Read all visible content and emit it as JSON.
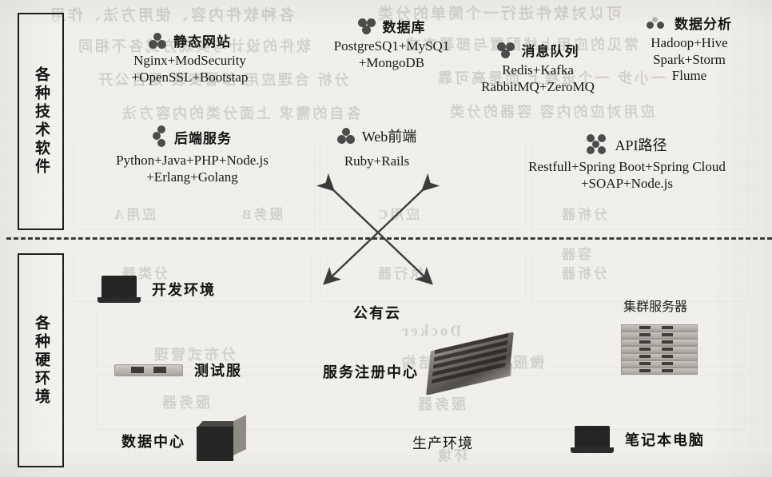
{
  "figure": {
    "categories": {
      "software": "各种技术软件",
      "hardware": "各种硬环境"
    },
    "software_nodes": [
      {
        "id": "static-site",
        "icon": "three-dot-cluster-icon",
        "title": "静态网站",
        "desc": "Nginx+ModSecurity\n+OpenSSL+Bootstap"
      },
      {
        "id": "database",
        "icon": "three-dot-cluster-inverted-icon",
        "title": "数据库",
        "desc": "PostgreSQ1+MySQ1\n+MongoDB"
      },
      {
        "id": "message-queue",
        "icon": "three-dot-cluster-inverted-icon",
        "title": "消息队列",
        "desc": "Redis+Kafka\nRabbitMQ+ZeroMQ"
      },
      {
        "id": "data-analysis",
        "icon": "two-dot-cluster-icon",
        "title": "数据分析",
        "desc": "Hadoop+Hive\nSpark+Storm\nFlume"
      },
      {
        "id": "backend-service",
        "icon": "vertical-dot-cluster-icon",
        "title": "后端服务",
        "desc": "Python+Java+PHP+Node.js\n+Erlang+Golang"
      },
      {
        "id": "web-frontend",
        "icon": "three-dot-cluster-icon",
        "title": "Web前端",
        "desc": "Ruby+Rails"
      },
      {
        "id": "api-path",
        "icon": "five-dot-grid-icon",
        "title": "API路径",
        "desc": "Restfull+Spring Boot+Spring Cloud\n+SOAP+Node.js"
      }
    ],
    "hardware_nodes": [
      {
        "id": "dev-env",
        "icon": "laptop-icon",
        "label": "开发环境"
      },
      {
        "id": "test-server",
        "icon": "server-strip-icon",
        "label": "测试服"
      },
      {
        "id": "data-center",
        "icon": "cube-icon",
        "label": "数据中心"
      },
      {
        "id": "cluster-server",
        "icon": "server-rack-icon",
        "label": "集群服务器"
      },
      {
        "id": "notebook-pc",
        "icon": "laptop-icon",
        "label": "笔记本电脑"
      }
    ],
    "center_labels": [
      {
        "id": "public-cloud",
        "label": "公有云"
      },
      {
        "id": "service-registry",
        "label": "服务注册中心"
      },
      {
        "id": "production-env",
        "label": "生产环境"
      }
    ],
    "connector": {
      "type": "double-headed-crossing-arrows",
      "count": 2,
      "note": "两条双向箭头交叉跨越虚线分隔"
    },
    "divider": {
      "style": "dashed"
    },
    "colors": {
      "ink": "#131313",
      "paper": "#f2f0ec",
      "icon": "#4b4b4b",
      "rule": "#3a3a3a"
    }
  },
  "bleed_through": [
    "各种软件内容、使用方法、作用",
    "可以对软件进行一个简单的分类",
    "软件的设计与实现方式各不相同",
    "常见的应用上线",
    "分析 合理应用 部署安装 是否公开",
    "一小步 一个进程上 而是进行高可靠的",
    "各自的需求 上面的分类的内容方法 内容对应",
    "分类 设计 应用 容器",
    "应用A 服务B 应用C 分析器",
    "Docker 容器",
    "微服务+虚拟机结构",
    "服务器 生产环境"
  ]
}
